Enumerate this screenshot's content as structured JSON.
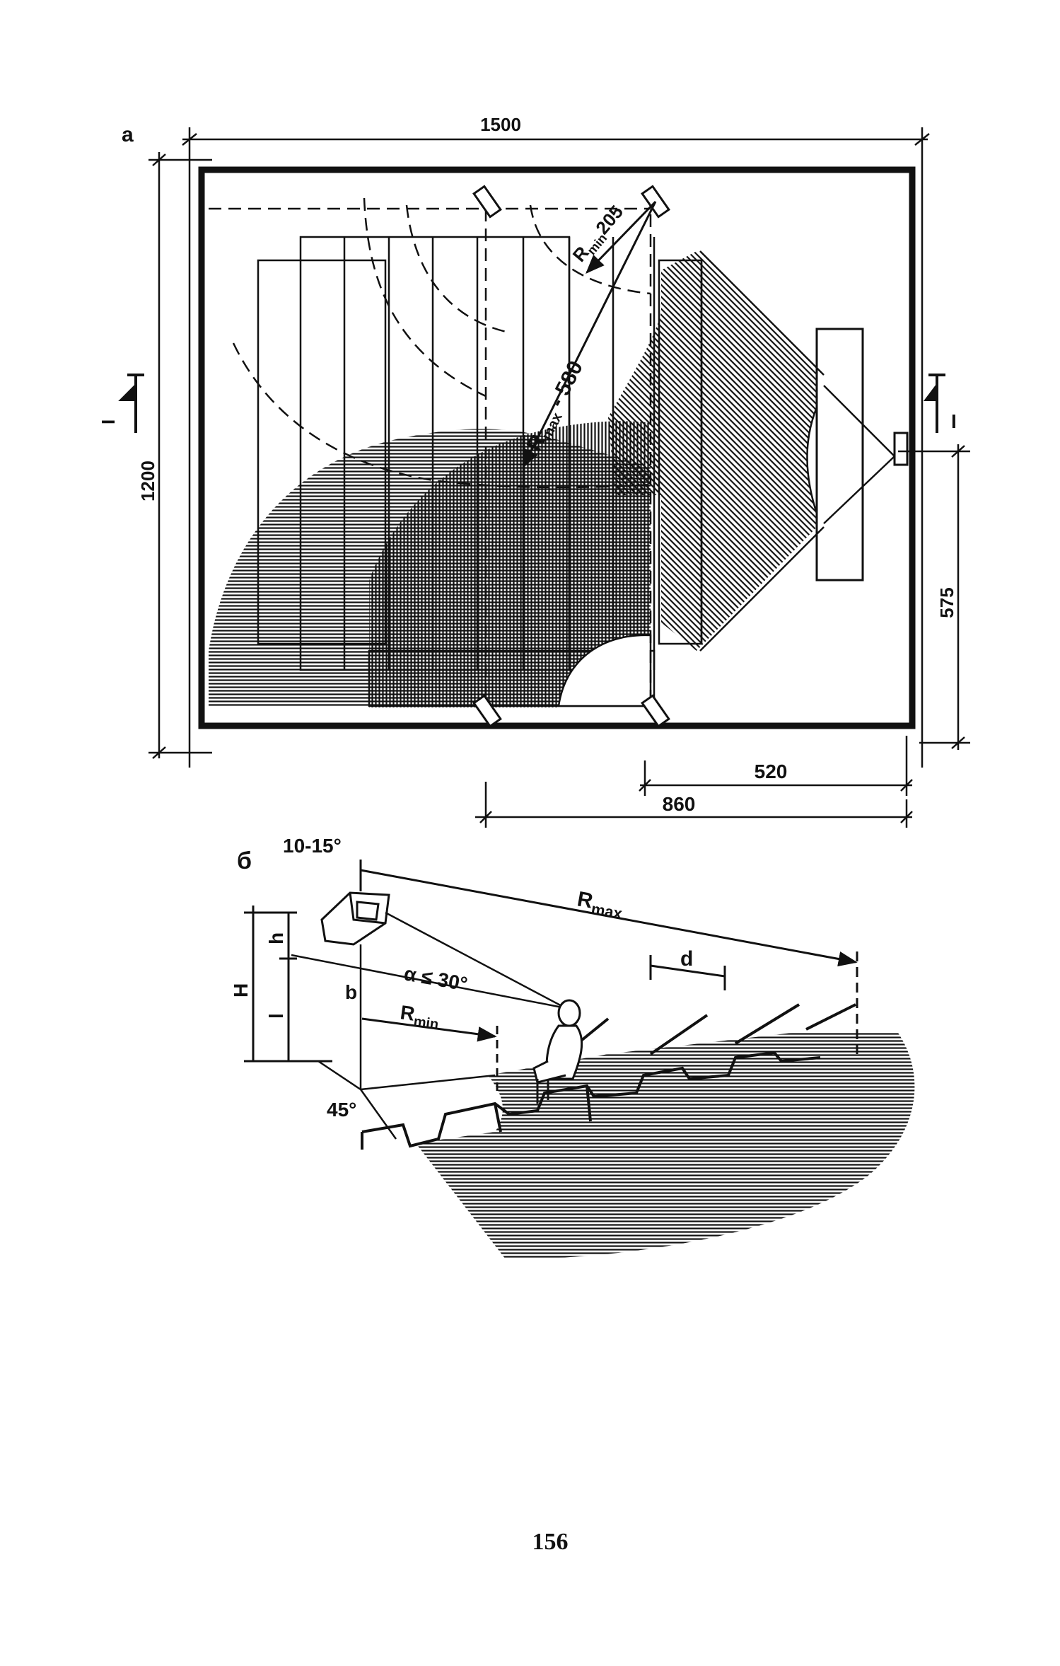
{
  "figure_a": {
    "label": "a",
    "dim_width": "1500",
    "dim_height": "1200",
    "dim_575": "575",
    "dim_520": "520",
    "dim_860": "860",
    "r_min": "R",
    "r_min_sub": "min",
    "r_min_value": "205",
    "r_max": "R",
    "r_max_sub": "max",
    "r_max_value": " - 580",
    "section_left": "I",
    "section_right": "I"
  },
  "figure_b": {
    "label": "б",
    "angle_tilt": "10-15°",
    "r_max": "R",
    "r_max_sub": "max",
    "r_min": "R",
    "r_min_sub": "min",
    "alpha": "α ≤ 30°",
    "d": "d",
    "h": "h",
    "H": "H",
    "l": "l",
    "b": "b",
    "angle_45": "45°"
  },
  "page_number": "156",
  "colors": {
    "ink": "#111111",
    "paper": "#ffffff"
  }
}
